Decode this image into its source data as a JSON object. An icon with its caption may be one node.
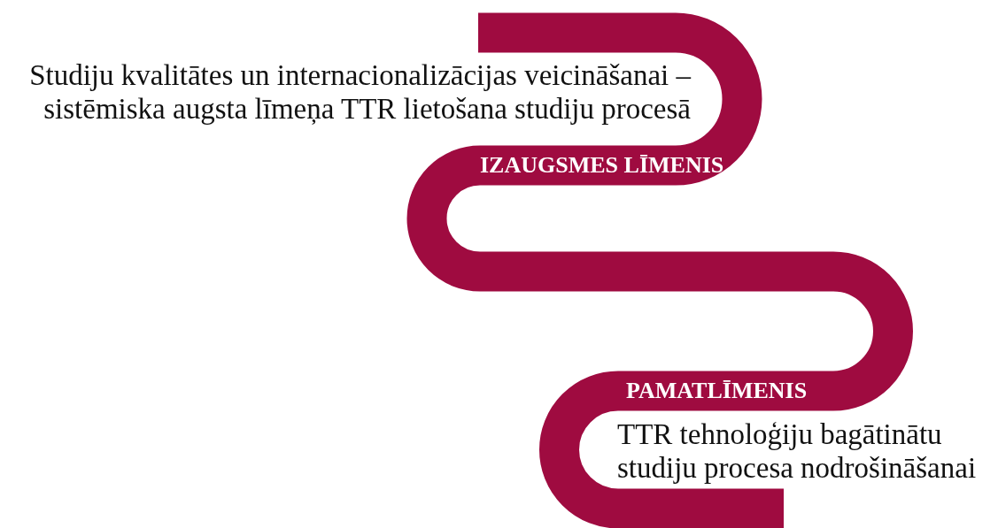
{
  "diagram": {
    "labels": [
      "Studiju kvalitātes un internacionalizācijas veicināšanai – sistēmiska augsta līmeņa TTR lietošana studiju procesā",
      "IZAUGSMES LĪMENIS",
      "PAMATLĪMENIS",
      "TTR tehnoloģiju bagātinātu studiju procesa nodrošināšanai"
    ]
  }
}
